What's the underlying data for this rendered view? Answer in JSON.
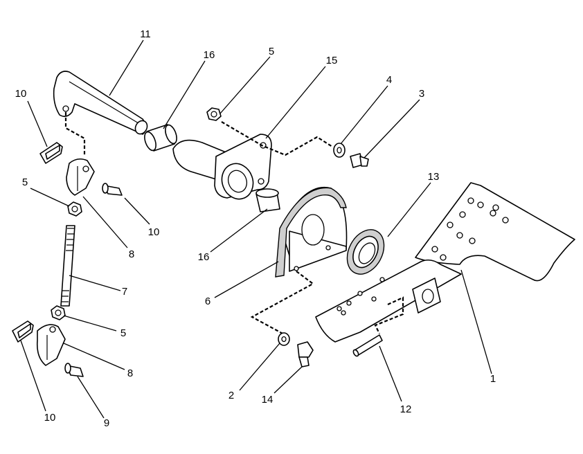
{
  "callouts": {
    "c11": "11",
    "c16a": "16",
    "c5a": "5",
    "c15": "15",
    "c4": "4",
    "c3": "3",
    "c10a": "10",
    "c5b": "5",
    "c10b": "10",
    "c8a": "8",
    "c7": "7",
    "c13": "13",
    "c16b": "16",
    "c6": "6",
    "c5c": "5",
    "c8b": "8",
    "c10c": "10",
    "c9": "9",
    "c2": "2",
    "c14": "14",
    "c12": "12",
    "c1": "1"
  }
}
